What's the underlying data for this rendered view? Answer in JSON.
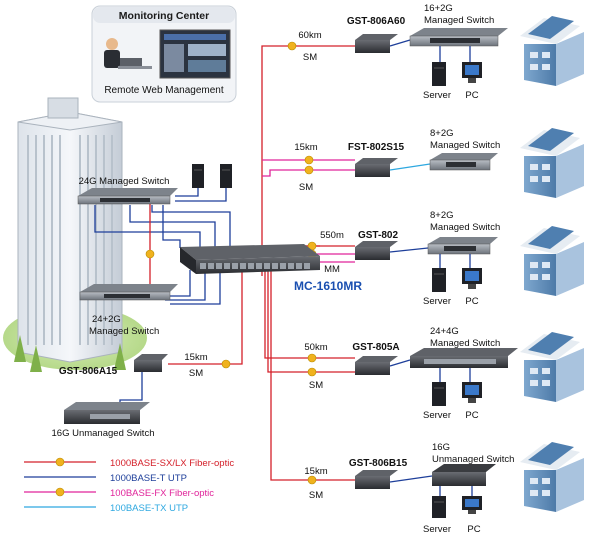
{
  "colors": {
    "fiber_sx_lx": "#d4202a",
    "utp_1000": "#1e3f9a",
    "fiber_fx": "#e0249a",
    "utp_100": "#2ea8e0",
    "mc_label": "#1a4fb0",
    "legend_sx_text": "#d4202a",
    "legend_utp1000_text": "#1e3f9a",
    "legend_fx_text": "#e0249a",
    "legend_utp100_text": "#2ea8e0"
  },
  "monitoring": {
    "title": "Monitoring Center",
    "subtitle": "Remote Web Management"
  },
  "central": {
    "label": "MC-1610MR"
  },
  "left": {
    "switch_24g": "24G Managed Switch",
    "switch_24_2g_line1": "24+2G",
    "switch_24_2g_line2": "Managed Switch",
    "converter": "GST-806A15",
    "link_distance": "15km",
    "link_mode": "SM",
    "unmanaged": "16G Unmanaged Switch"
  },
  "branches": [
    {
      "converter": "GST-806A60",
      "distance": "60km",
      "mode": "SM",
      "switch_line1": "16+2G",
      "switch_line2": "Managed Switch",
      "server": "Server",
      "pc": "PC"
    },
    {
      "converter": "FST-802S15",
      "distance": "15km",
      "mode": "SM",
      "switch_line1": "8+2G",
      "switch_line2": "Managed Switch"
    },
    {
      "converter": "GST-802",
      "distance": "550m",
      "mode": "MM",
      "switch_line1": "8+2G",
      "switch_line2": "Managed Switch",
      "server": "Server",
      "pc": "PC"
    },
    {
      "converter": "GST-805A",
      "distance": "50km",
      "mode": "SM",
      "switch_line1": "24+4G",
      "switch_line2": "Managed Switch",
      "server": "Server",
      "pc": "PC"
    },
    {
      "converter": "GST-806B15",
      "distance": "15km",
      "mode": "SM",
      "switch_line1": "16G",
      "switch_line2": "Unmanaged Switch",
      "server": "Server",
      "pc": "PC"
    }
  ],
  "legend": [
    {
      "label": "1000BASE-SX/LX Fiber-optic",
      "kind": "fiber",
      "color": "#d4202a"
    },
    {
      "label": "1000BASE-T UTP",
      "kind": "utp",
      "color": "#1e3f9a"
    },
    {
      "label": "100BASE-FX Fiber-optic",
      "kind": "fiber",
      "color": "#e0249a"
    },
    {
      "label": "100BASE-TX UTP",
      "kind": "utp",
      "color": "#2ea8e0"
    }
  ]
}
